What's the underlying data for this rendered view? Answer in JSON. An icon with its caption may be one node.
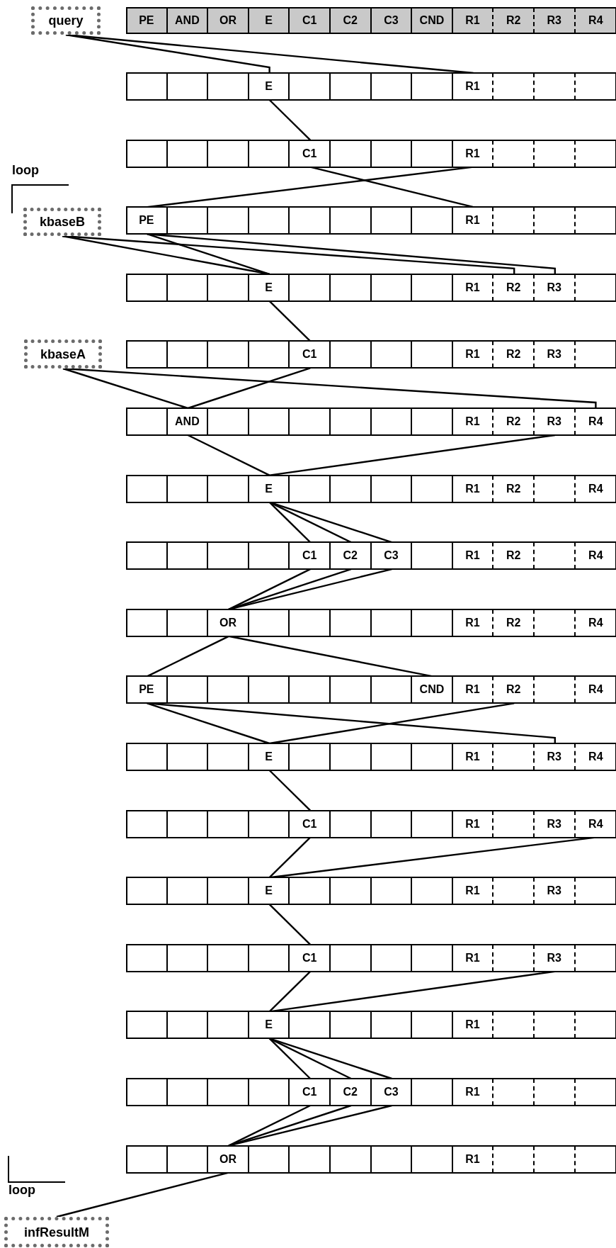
{
  "diagram": {
    "nodes": [
      {
        "text": [
          "query"
        ]
      },
      {
        "text": [],
        "shape": "bar"
      },
      {
        "text": [
          "PE"
        ],
        "in": 1
      },
      {
        "text": [
          "AND"
        ],
        "in": 1
      },
      {
        "text": [
          "OR"
        ],
        "in": 1
      },
      {
        "text": [
          "E"
        ],
        "in": 1
      },
      {
        "text": [
          "C1"
        ],
        "in": 1
      },
      {
        "text": [
          "C2"
        ],
        "in": 1
      },
      {
        "text": [
          "C3"
        ],
        "in": 1
      },
      {
        "text": [
          "CND"
        ],
        "in": 1
      },
      {
        "text": [
          "R1"
        ],
        "in": 1
      },
      {
        "text": [
          "R2"
        ],
        "in": 1
      },
      {
        "text": [
          "R3"
        ],
        "in": 1
      },
      {
        "text": [
          "R4"
        ],
        "in": 1
      },
      {
        "text": [],
        "shape": "bar"
      },
      {
        "text": [
          "E"
        ],
        "in": 14
      },
      {
        "text": [
          "R1"
        ],
        "in": 14
      },
      {
        "text": [],
        "shape": "bar"
      },
      {
        "text": [
          "C1"
        ],
        "in": 17
      },
      {
        "text": [
          "R1"
        ],
        "in": 17
      },
      {
        "text": [
          "kbaseB"
        ]
      },
      {
        "text": [],
        "shape": "bar"
      },
      {
        "text": [
          "PE"
        ],
        "in": 21
      },
      {
        "text": [
          "R1"
        ],
        "in": 21
      },
      {
        "text": [],
        "shape": "bar"
      },
      {
        "text": [
          "E"
        ],
        "in": 24
      },
      {
        "text": [
          "R1"
        ],
        "in": 24
      },
      {
        "text": [
          "R2"
        ],
        "in": 24
      },
      {
        "text": [
          "R3"
        ],
        "in": 24
      },
      {
        "text": [
          "kbaseA"
        ]
      },
      {
        "text": [],
        "shape": "bar"
      },
      {
        "text": [
          "C1"
        ],
        "in": 30
      },
      {
        "text": [
          "R1"
        ],
        "in": 30
      },
      {
        "text": [
          "R2"
        ],
        "in": 30
      },
      {
        "text": [
          "R3"
        ],
        "in": 30
      },
      {
        "text": [],
        "shape": "bar"
      },
      {
        "text": [
          "AND"
        ],
        "in": 35
      },
      {
        "text": [
          "R1"
        ],
        "in": 35
      },
      {
        "text": [
          "R2"
        ],
        "in": 35
      },
      {
        "text": [
          "R3"
        ],
        "in": 35
      },
      {
        "text": [
          "R4"
        ],
        "in": 35
      },
      {
        "text": [],
        "shape": "bar"
      },
      {
        "text": [
          "E"
        ],
        "in": 41
      },
      {
        "text": [
          "R1"
        ],
        "in": 41
      },
      {
        "text": [
          "R2"
        ],
        "in": 41
      },
      {
        "text": [
          "R4"
        ],
        "in": 41
      },
      {
        "text": [],
        "shape": "bar"
      },
      {
        "text": [
          "C1"
        ],
        "in": 46
      },
      {
        "text": [
          "C2"
        ],
        "in": 46
      },
      {
        "text": [
          "C3"
        ],
        "in": 46
      },
      {
        "text": [
          "R1"
        ],
        "in": 46
      },
      {
        "text": [
          "R2"
        ],
        "in": 46
      },
      {
        "text": [
          "R4"
        ],
        "in": 46
      },
      {
        "text": [],
        "shape": "bar"
      },
      {
        "text": [
          "OR"
        ],
        "in": 53
      },
      {
        "text": [
          "R1"
        ],
        "in": 53
      },
      {
        "text": [
          "R2"
        ],
        "in": 53
      },
      {
        "text": [
          "R4"
        ],
        "in": 53
      },
      {
        "text": [],
        "shape": "bar"
      },
      {
        "text": [
          "PE"
        ],
        "in": 58
      },
      {
        "text": [
          "CND"
        ],
        "in": 58
      },
      {
        "text": [
          "R1"
        ],
        "in": 58
      },
      {
        "text": [
          "R2"
        ],
        "in": 58
      },
      {
        "text": [
          "R4"
        ],
        "in": 58
      },
      {
        "text": [],
        "shape": "bar"
      },
      {
        "text": [
          "E"
        ],
        "in": 64
      },
      {
        "text": [
          "R1"
        ],
        "in": 64
      },
      {
        "text": [
          "R3"
        ],
        "in": 64
      },
      {
        "text": [
          "R4"
        ],
        "in": 64
      },
      {
        "text": [],
        "shape": "bar"
      },
      {
        "text": [
          "C1"
        ],
        "in": 69
      },
      {
        "text": [
          "R1"
        ],
        "in": 69
      },
      {
        "text": [
          "R3"
        ],
        "in": 69
      },
      {
        "text": [
          "R4"
        ],
        "in": 69
      },
      {
        "text": [],
        "shape": "bar"
      },
      {
        "text": [
          "E"
        ],
        "in": 74
      },
      {
        "text": [
          "R1"
        ],
        "in": 74
      },
      {
        "text": [
          "R3"
        ],
        "in": 74
      },
      {
        "text": [],
        "shape": "bar"
      },
      {
        "text": [
          "C1"
        ],
        "in": 78
      },
      {
        "text": [
          "R1"
        ],
        "in": 78
      },
      {
        "text": [
          "R3"
        ],
        "in": 78
      },
      {
        "text": [],
        "shape": "bar"
      },
      {
        "text": [
          "E"
        ],
        "in": 82
      },
      {
        "text": [
          "R1"
        ],
        "in": 82
      },
      {
        "text": [],
        "shape": "bar"
      },
      {
        "text": [
          "C1"
        ],
        "in": 85
      },
      {
        "text": [
          "C2"
        ],
        "in": 85
      },
      {
        "text": [
          "C3"
        ],
        "in": 85
      },
      {
        "text": [
          "R1"
        ],
        "in": 85
      },
      {
        "text": [],
        "shape": "bar"
      },
      {
        "text": [
          "OR"
        ],
        "in": 90
      },
      {
        "text": [
          "R1"
        ],
        "in": 90
      },
      {
        "text": [
          "infResultM"
        ]
      }
    ],
    "edges": [
      {
        "from": 0,
        "to": 15,
        "arrow": "none"
      },
      {
        "from": 0,
        "to": 16,
        "arrow": "none"
      },
      {
        "from": 15,
        "to": 18,
        "arrow": "none"
      },
      {
        "from": 18,
        "to": 23,
        "arrow": "none"
      },
      {
        "from": 19,
        "to": 22,
        "arrow": "none"
      },
      {
        "from": 20,
        "to": 25,
        "arrow": "none"
      },
      {
        "from": 20,
        "to": 27,
        "arrow": "none"
      },
      {
        "from": 22,
        "to": 25,
        "arrow": "none"
      },
      {
        "from": 22,
        "to": 28,
        "arrow": "none"
      },
      {
        "from": 25,
        "to": 31,
        "arrow": "none"
      },
      {
        "from": 31,
        "to": 36,
        "arrow": "none"
      },
      {
        "from": 29,
        "to": 36,
        "arrow": "none"
      },
      {
        "from": 29,
        "to": 40,
        "arrow": "none"
      },
      {
        "from": 36,
        "to": 42,
        "arrow": "none"
      },
      {
        "from": 39,
        "to": 42,
        "arrow": "none"
      },
      {
        "from": 42,
        "to": 47,
        "arrow": "none"
      },
      {
        "from": 42,
        "to": 48,
        "arrow": "none"
      },
      {
        "from": 42,
        "to": 49,
        "arrow": "none"
      },
      {
        "from": 47,
        "to": 54,
        "arrow": "none"
      },
      {
        "from": 48,
        "to": 54,
        "arrow": "none"
      },
      {
        "from": 49,
        "to": 54,
        "arrow": "none"
      },
      {
        "from": 54,
        "to": 59,
        "arrow": "none"
      },
      {
        "from": 54,
        "to": 60,
        "arrow": "none"
      },
      {
        "from": 59,
        "to": 65,
        "arrow": "none"
      },
      {
        "from": 59,
        "to": 67,
        "arrow": "none"
      },
      {
        "from": 62,
        "to": 65,
        "arrow": "none"
      },
      {
        "from": 65,
        "to": 70,
        "arrow": "none"
      },
      {
        "from": 70,
        "to": 75,
        "arrow": "none"
      },
      {
        "from": 73,
        "to": 75,
        "arrow": "none"
      },
      {
        "from": 75,
        "to": 79,
        "arrow": "none"
      },
      {
        "from": 79,
        "to": 83,
        "arrow": "none"
      },
      {
        "from": 81,
        "to": 83,
        "arrow": "none"
      },
      {
        "from": 83,
        "to": 86,
        "arrow": "none"
      },
      {
        "from": 83,
        "to": 87,
        "arrow": "none"
      },
      {
        "from": 83,
        "to": 88,
        "arrow": "none"
      },
      {
        "from": 86,
        "to": 91,
        "arrow": "none"
      },
      {
        "from": 87,
        "to": 91,
        "arrow": "none"
      },
      {
        "from": 88,
        "to": 91,
        "arrow": "none"
      },
      {
        "from": 91,
        "to": 93,
        "arrow": "none"
      }
    ],
    "labels": [
      "loop",
      "loop"
    ]
  }
}
